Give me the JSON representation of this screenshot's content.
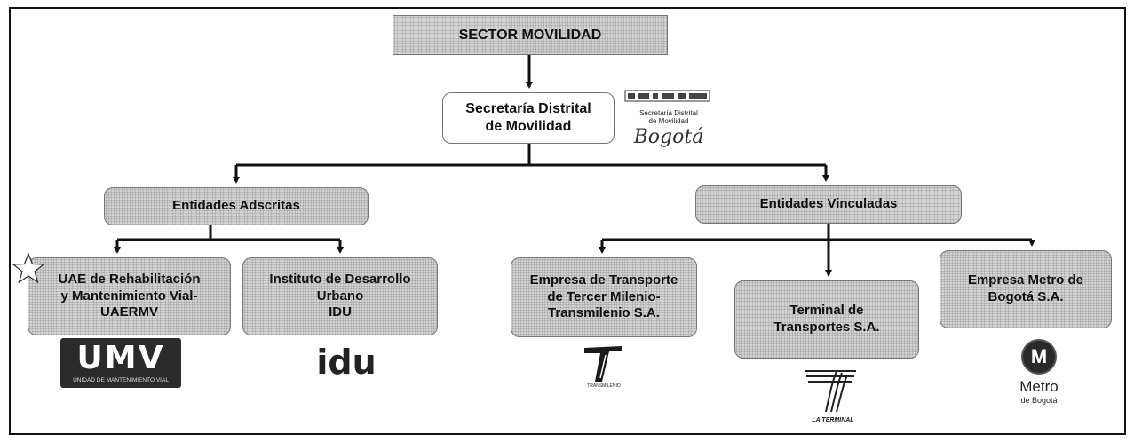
{
  "root": {
    "label": "SECTOR MOVILIDAD"
  },
  "secretaria": {
    "label": "Secretaría Distrital\nde Movilidad",
    "logo": {
      "line1": "Secretaría Distrital",
      "line2": "de Movilidad",
      "script": "Bogotá"
    }
  },
  "branches": {
    "adscritas": {
      "label": "Entidades Adscritas",
      "children": [
        {
          "label": "UAE de Rehabilitación\ny Mantenimiento Vial-\nUAERMV",
          "starred": true,
          "logo": {
            "text": "UMV",
            "tagline": "UNIDAD DE MANTENIMIENTO VIAL"
          }
        },
        {
          "label": "Instituto de Desarrollo\nUrbano\nIDU",
          "logo": {
            "text": "idu"
          }
        }
      ]
    },
    "vinculadas": {
      "label": "Entidades Vinculadas",
      "children": [
        {
          "label": "Empresa de Transporte\nde Tercer Milenio-\nTransmilenio S.A.",
          "logo": {
            "text": "TRANSMILENIO"
          }
        },
        {
          "label": "Terminal de\nTransportes S.A.",
          "logo": {
            "text": "LA TERMINAL"
          }
        },
        {
          "label": "Empresa Metro de\nBogotá S.A.",
          "logo": {
            "letter": "M",
            "text": "Metro",
            "subtext": "de Bogotá"
          }
        }
      ]
    }
  },
  "colors": {
    "box_fill": "#d4d4d4",
    "line": "#111111"
  }
}
